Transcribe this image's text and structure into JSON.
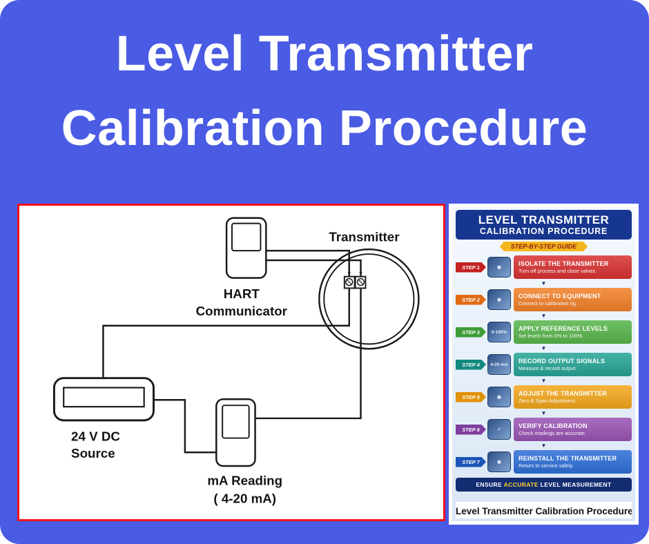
{
  "page": {
    "bg_color": "#4a5be4",
    "title_line1": "Level Transmitter",
    "title_line2": "Calibration Procedure"
  },
  "wiring_diagram": {
    "border_color": "#f2111b",
    "transmitter_label": "Transmitter",
    "hart_label_line1": "HART",
    "hart_label_line2": "Communicator",
    "source_label_line1": "24 V DC",
    "source_label_line2": "Source",
    "ma_label_line1": "mA Reading",
    "ma_label_line2": "( 4-20 mA)"
  },
  "infographic": {
    "header_bg": "#16368f",
    "header_line1": "LEVEL TRANSMITTER",
    "header_line2": "CALIBRATION PROCEDURE",
    "ribbon_text": "STEP-BY-STEP GUIDE",
    "ribbon_bg": "#f2b71e",
    "ribbon_color": "#8f1a12",
    "steps": [
      {
        "tag": "STEP 1",
        "title": "ISOLATE THE TRANSMITTER",
        "subtitle": "Turn off process and close valves.",
        "banner_color": "#d93333",
        "tag_color": "#c42222",
        "icon": "transmitter-icon",
        "icon_text": "◉"
      },
      {
        "tag": "STEP 2",
        "title": "CONNECT TO EQUIPMENT",
        "subtitle": "Connect to calibration rig.",
        "banner_color": "#f3812a",
        "tag_color": "#e06a14",
        "icon": "equipment-icon",
        "icon_text": "◉"
      },
      {
        "tag": "STEP 3",
        "title": "APPLY REFERENCE LEVELS",
        "subtitle": "Set levels from 0% to 100%.",
        "banner_color": "#58b64c",
        "tag_color": "#3f9c38",
        "icon": "level-gauge-icon",
        "icon_text": "0-100%"
      },
      {
        "tag": "STEP 4",
        "title": "RECORD OUTPUT SIGNALS",
        "subtitle": "Measure & record output.",
        "banner_color": "#27a597",
        "tag_color": "#138a7d",
        "icon": "ma-display-icon",
        "icon_text": "4-20 mA"
      },
      {
        "tag": "STEP 5",
        "title": "ADJUST THE TRANSMITTER",
        "subtitle": "Zero & Span Adjustment.",
        "banner_color": "#f4a81d",
        "tag_color": "#e2920a",
        "icon": "adjust-icon",
        "icon_text": "◉"
      },
      {
        "tag": "STEP 6",
        "title": "VERIFY CALIBRATION",
        "subtitle": "Check readings are accurate.",
        "banner_color": "#9a55b5",
        "tag_color": "#7f3f9e",
        "icon": "verify-check-icon",
        "icon_text": "✓"
      },
      {
        "tag": "STEP 7",
        "title": "REINSTALL THE TRANSMITTER",
        "subtitle": "Return to service safely.",
        "banner_color": "#2e6fd8",
        "tag_color": "#1d55b8",
        "icon": "reinstall-icon",
        "icon_text": "◉"
      }
    ],
    "arrow_glyph": "▼",
    "footer_bg": "#132c72",
    "footer_prefix": "ENSURE ",
    "footer_highlight": "ACCURATE",
    "footer_suffix": " LEVEL MEASUREMENT",
    "highlight_color": "#ffd22b",
    "caption": "Level Transmitter Calibration Procedure"
  }
}
